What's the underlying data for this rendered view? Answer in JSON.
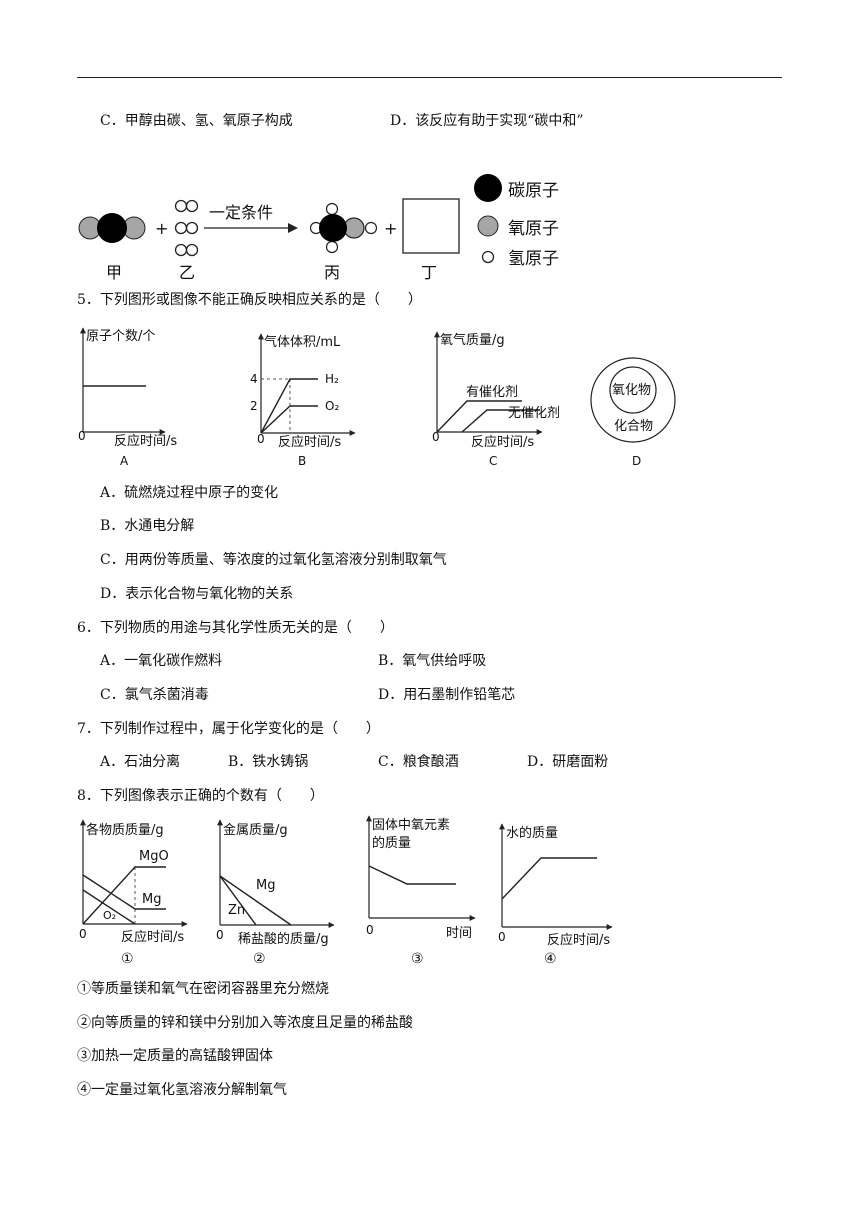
{
  "q4": {
    "optC": "C．甲醇由碳、氢、氧原子构成",
    "optD": "D．该反应有助于实现“碳中和”",
    "reaction": {
      "arrow_label": "一定条件",
      "names": [
        "甲",
        "乙",
        "丙",
        "丁"
      ],
      "legend": [
        "碳原子",
        "氧原子",
        "氢原子"
      ]
    }
  },
  "q5": {
    "stem": "5．下列图形或图像不能正确反映相应关系的是（　　）",
    "figA": {
      "ylabel": "原子个数/个",
      "xlabel": "反应时间/s",
      "origin": "0",
      "caption": "A"
    },
    "figB": {
      "ylabel": "气体体积/mL",
      "xlabel": "反应时间/s",
      "origin": "0",
      "tick4": "4",
      "tick2": "2",
      "h2": "H₂",
      "o2": "O₂",
      "caption": "B"
    },
    "figC": {
      "ylabel": "氧气质量/g",
      "xlabel": "反应时间/s",
      "origin": "0",
      "cat": "有催化剂",
      "nocat": "无催化剂",
      "caption": "C"
    },
    "figD": {
      "inner": "氧化物",
      "outer": "化合物",
      "caption": "D"
    },
    "options": [
      "A．硫燃烧过程中原子的变化",
      "B．水通电分解",
      "C．用两份等质量、等浓度的过氧化氢溶液分别制取氧气",
      "D．表示化合物与氧化物的关系"
    ]
  },
  "q6": {
    "stem": "6．下列物质的用途与其化学性质无关的是（　　）",
    "options": [
      "A．一氧化碳作燃料",
      "B．氧气供给呼吸",
      "C．氯气杀菌消毒",
      "D．用石墨制作铅笔芯"
    ]
  },
  "q7": {
    "stem": "7．下列制作过程中，属于化学变化的是（　　）",
    "options": [
      "A．石油分离",
      "B．铁水铸锅",
      "C．粮食酿酒",
      "D．研磨面粉"
    ]
  },
  "q8": {
    "stem": "8．下列图像表示正确的个数有（　　）",
    "fig1": {
      "ylabel": "各物质质量/g",
      "xlabel": "反应时间/s",
      "origin": "0",
      "mgo": "MgO",
      "mg": "Mg",
      "o2": "O₂",
      "caption": "①"
    },
    "fig2": {
      "ylabel": "金属质量/g",
      "xlabel": "稀盐酸的质量/g",
      "origin": "0",
      "mg": "Mg",
      "zn": "Zn",
      "caption": "②"
    },
    "fig3": {
      "ylabel1": "固体中氧元素",
      "ylabel2": "的质量",
      "xlabel": "时间",
      "origin": "0",
      "caption": "③"
    },
    "fig4": {
      "ylabel": "水的质量",
      "xlabel": "反应时间/s",
      "origin": "0",
      "caption": "④"
    },
    "statements": [
      "①等质量镁和氧气在密闭容器里充分燃烧",
      "②向等质量的锌和镁中分别加入等浓度且足量的稀盐酸",
      "③加热一定质量的高锰酸钾固体",
      "④一定量过氧化氢溶液分解制氧气"
    ]
  },
  "colors": {
    "carbon": "#000000",
    "oxygen": "#a6a6a6",
    "hydrogen": "#ffffff",
    "line": "#222222"
  }
}
